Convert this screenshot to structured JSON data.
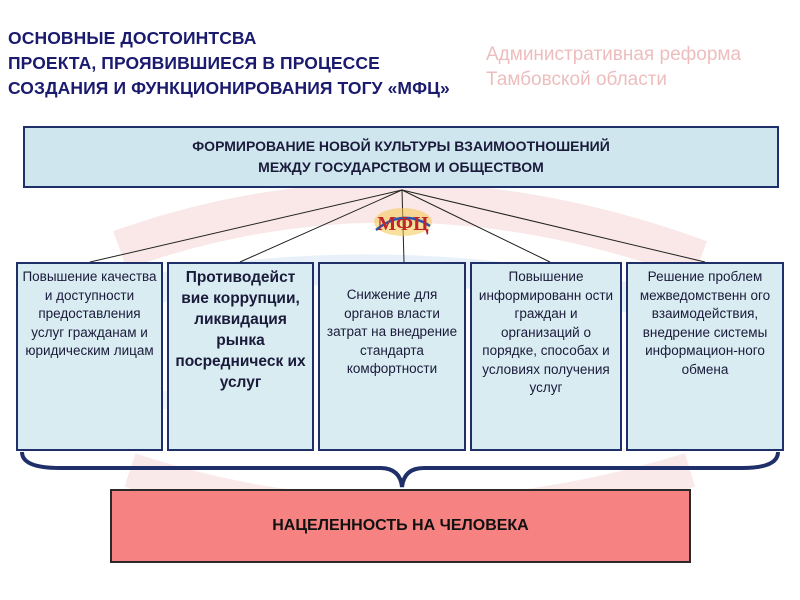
{
  "title": {
    "line1": "ОСНОВНЫЕ ДОСТОИНТСВА",
    "line2": "ПРОЕКТА, ПРОЯВИВШИЕСЯ В ПРОЦЕССЕ",
    "line3": "СОЗДАНИЯ И ФУНКЦИОНИРОВАНИЯ ТОГУ «МФЦ»"
  },
  "watermark": {
    "line1": "Административная реформа",
    "line2": "Тамбовской области"
  },
  "top_box": {
    "line1": "ФОРМИРОВАНИЕ НОВОЙ КУЛЬТУРЫ ВЗАИМООТНОШЕНИЙ",
    "line2": "МЕЖДУ ГОСУДАРСТВОМ И ОБЩЕСТВОМ"
  },
  "logo": {
    "text": "МФЦ",
    "color": "#c0242b",
    "accent": "#2a56b0"
  },
  "columns": [
    {
      "text": "Повышение качества и доступности предоставления услуг гражданам и юридическим лицам"
    },
    {
      "text": "Противодейст вие коррупции, ликвидация рынка посредническ их услуг"
    },
    {
      "text": "Снижение для органов власти затрат на внедрение стандарта комфортности"
    },
    {
      "text": "Повышение информированн ости граждан и организаций о порядке, способах и условиях получения услуг"
    },
    {
      "text": "Решение проблем межведомственн ого взаимодействия, внедрение системы информацион-ного обмена"
    }
  ],
  "bottom_box": {
    "text": "НАЦЕЛЕННОСТЬ НА ЧЕЛОВЕКА"
  },
  "colors": {
    "navy": "#1f2f6a",
    "light_blue": "#d9ecf2",
    "salmon": "#f68282"
  }
}
